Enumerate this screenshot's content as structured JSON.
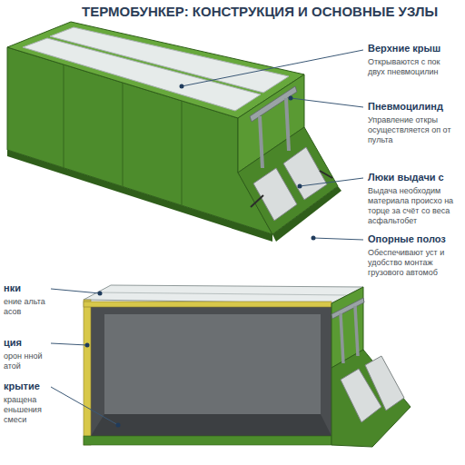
{
  "diagram": {
    "title": "ТЕРМОБУНКЕР: КОНСТРУКЦИЯ И ОСНОВНЫЕ УЗЛЫ",
    "labels": [
      "Верхние крыш",
      "Открываются с пок двух пневмоцилин",
      "Пневмоцилинд",
      "Управление откры осуществляется оп от пульта",
      "Люки выдачи с",
      "Выдача необходим материала происхо на торце за счёт со веса асфальтобет",
      "Опорные полоз",
      "Обеспечивают уст и удобство монтаж грузового автомоб",
      "нки",
      "ение альта асов",
      "ция",
      "орон нной атой",
      "крытие",
      "кращена еньшения смеси"
    ]
  }
}
